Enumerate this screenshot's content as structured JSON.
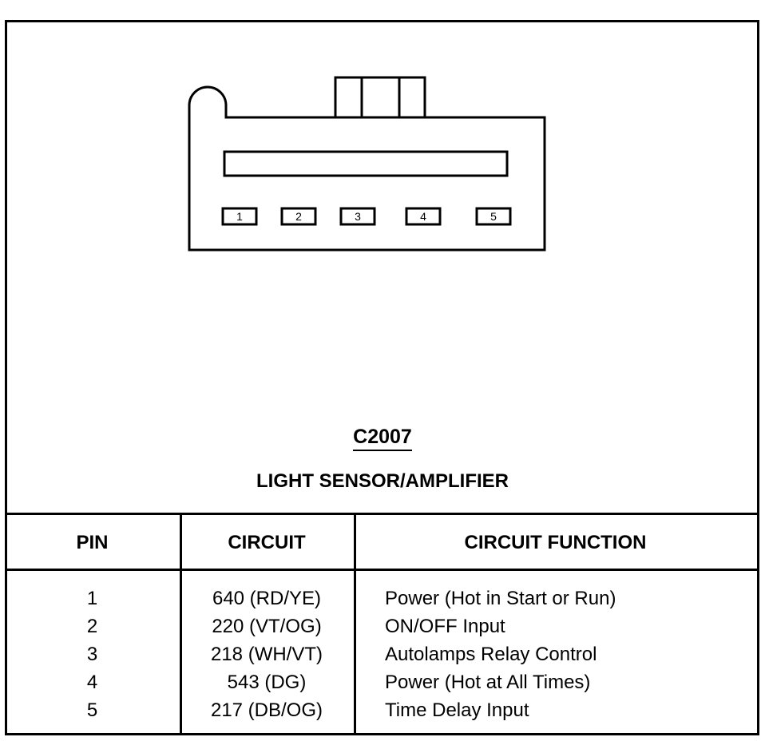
{
  "connector": {
    "id": "C2007",
    "name": "LIGHT SENSOR/AMPLIFIER",
    "pin_labels": [
      "1",
      "2",
      "3",
      "4",
      "5"
    ]
  },
  "table": {
    "headers": {
      "pin": "PIN",
      "circuit": "CIRCUIT",
      "function": "CIRCUIT FUNCTION"
    },
    "rows": [
      {
        "pin": "1",
        "circuit": "640 (RD/YE)",
        "function": "Power (Hot in Start or Run)"
      },
      {
        "pin": "2",
        "circuit": "220 (VT/OG)",
        "function": "ON/OFF Input"
      },
      {
        "pin": "3",
        "circuit": "218 (WH/VT)",
        "function": "Autolamps Relay Control"
      },
      {
        "pin": "4",
        "circuit": "543 (DG)",
        "function": "Power (Hot at All Times)"
      },
      {
        "pin": "5",
        "circuit": "217 (DB/OG)",
        "function": "Time Delay Input"
      }
    ]
  }
}
